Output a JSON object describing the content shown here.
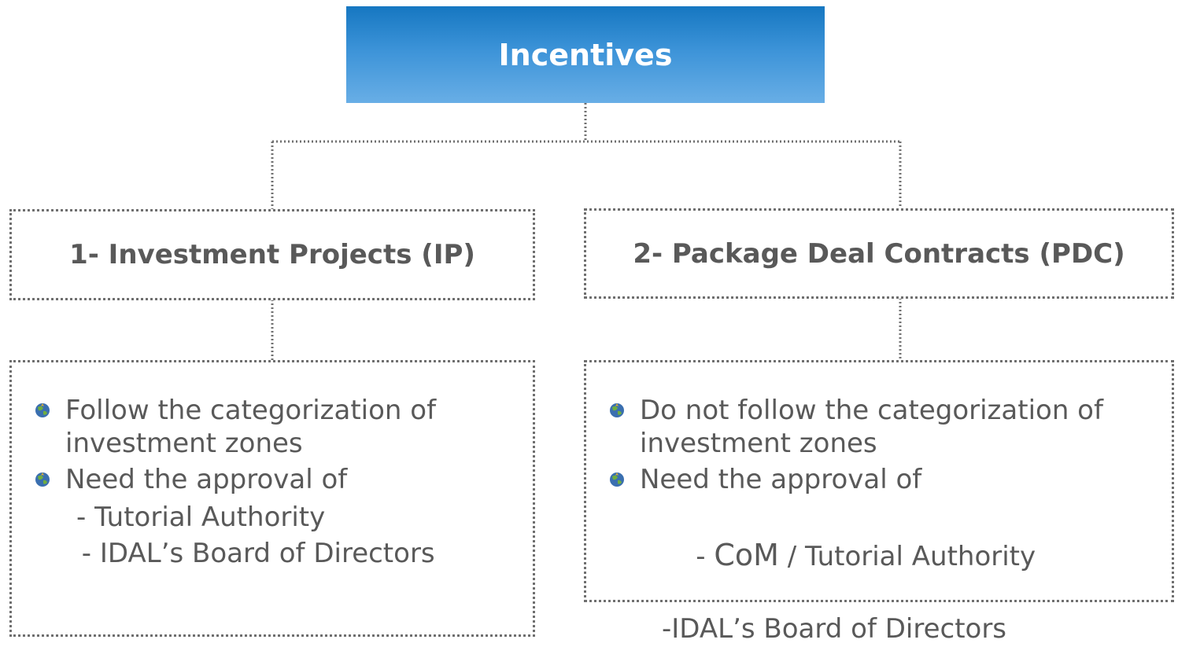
{
  "diagram": {
    "root": {
      "label": "Incentives",
      "color_top": "#1677c1",
      "color_bottom": "#68aee6"
    },
    "categories": [
      {
        "label": "1- Investment Projects (IP)",
        "bullets": [
          "Follow the categorization of investment zones",
          "Need the approval of"
        ],
        "approvals": [
          "- Tutorial Authority",
          " - IDAL’s Board of Directors"
        ]
      },
      {
        "label": "2- Package Deal Contracts (PDC)",
        "bullets": [
          "Do not follow the categorization of investment zones",
          "Need the approval of"
        ],
        "approvals_first_prefix": "- ",
        "approvals_first_big": "CoM",
        "approvals_first_rest": " / Tutorial Authority",
        "approvals": [
          "-IDAL’s Board of Directors"
        ]
      }
    ],
    "bullet_icon": "globe-bullet-icon",
    "line_color": "#6f6f6f",
    "text_color": "#595959"
  }
}
